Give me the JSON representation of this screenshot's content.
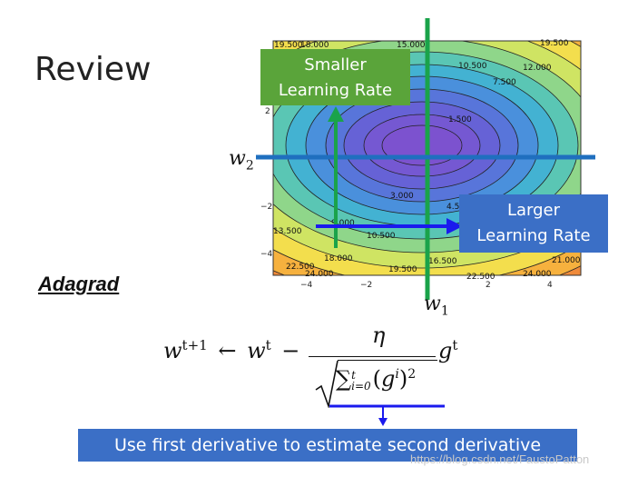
{
  "slide": {
    "title": "Review",
    "section": "Adagrad",
    "bottom_text": "Use first derivative to estimate second derivative",
    "watermark": "https://blog.csdn.net/FaustoPatton"
  },
  "callouts": {
    "smaller_line1": "Smaller",
    "smaller_line2": "Learning Rate",
    "larger_line1": "Larger",
    "larger_line2": "Learning Rate"
  },
  "axis_labels": {
    "w1": "w",
    "w1_sub": "1",
    "w2": "w",
    "w2_sub": "2"
  },
  "x_ticks": [
    "−4",
    "−2",
    "2",
    "4"
  ],
  "y_ticks": [
    "2",
    "−2",
    "−4"
  ],
  "contour_labels": [
    "19.500",
    "18.000",
    "15.000",
    "19.500",
    "10.500",
    "12.000",
    "7.500",
    "1.500",
    "3.000",
    "4.5",
    "13.500",
    "9.000",
    "10.500",
    "18.000",
    "16.500",
    "21.000",
    "22.500",
    "24.000",
    "19.500",
    "22.500",
    "24.000"
  ],
  "formula": {
    "lhs": "w",
    "lhs_sup": "t+1",
    "arrow": "←",
    "w": "w",
    "w_sup": "t",
    "minus": "−",
    "eta": "η",
    "g": "g",
    "g_sup": "t",
    "sum": "∑",
    "sum_upper": "t",
    "sum_lower": "i=0",
    "paren_open": "(",
    "gi": "g",
    "gi_sup": "i",
    "paren_close": ")",
    "square": "2"
  },
  "colors": {
    "green": "#5aa43a",
    "blue": "#3b6fc6",
    "axis_green": "#1aa34a",
    "axis_blue": "#1f6fbf",
    "arrow_blue": "#1a1aee"
  }
}
